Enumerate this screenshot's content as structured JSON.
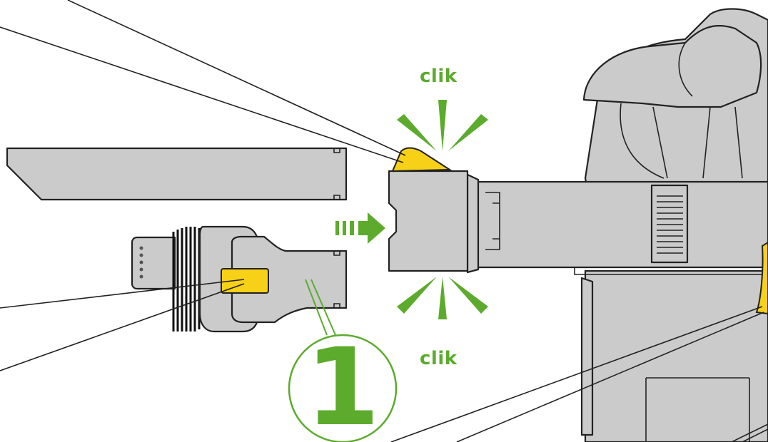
{
  "labels": {
    "click_top": "clik",
    "click_bottom": "clik",
    "step_number": "1"
  },
  "colors": {
    "accent_green": "#5cab2d",
    "accent_yellow": "#f7d117",
    "body_grey": "#cbcbcb",
    "outline": "#222222"
  },
  "icons": {
    "insert_direction": "arrow-right-icon"
  }
}
